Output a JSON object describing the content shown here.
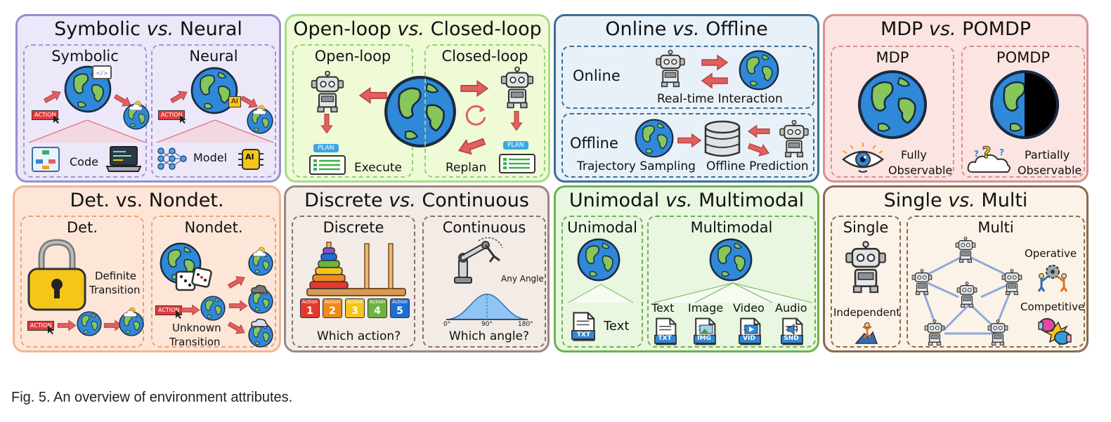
{
  "colors": {
    "symbolic_neural": {
      "border": "#9b8ccf",
      "fill": "#ece8fa",
      "sub": "#a494d6"
    },
    "open_closed": {
      "border": "#a9db86",
      "fill": "#eefbd6",
      "sub": "#9ad070"
    },
    "online_offline": {
      "border": "#3d6f96",
      "fill": "#e9f1f8",
      "sub": "#3d6f96"
    },
    "mdp_pomdp": {
      "border": "#d89090",
      "fill": "#fbe4e2",
      "sub": "#d89090"
    },
    "det_nondet": {
      "border": "#f3b690",
      "fill": "#fde6d8",
      "sub": "#f0a070"
    },
    "discrete_continuous": {
      "border": "#9d8682",
      "fill": "#f3ebe6",
      "sub": "#8a7068"
    },
    "unimodal_multimodal": {
      "border": "#6fb24e",
      "fill": "#e9f6e0",
      "sub": "#6fb24e"
    },
    "single_multi": {
      "border": "#8b6a4d",
      "fill": "#fbf3e8",
      "sub": "#8b6a4d"
    },
    "arrow": "#e06060",
    "earth_ocean": "#2f88d8",
    "earth_land": "#86c65a"
  },
  "panels": {
    "symbolic_neural": {
      "title_a": "Symbolic",
      "title_vs": "vs.",
      "title_b": "Neural",
      "left": {
        "title": "Symbolic",
        "action_badge": "ACTION",
        "caption": "Code"
      },
      "right": {
        "title": "Neural",
        "action_badge": "ACTION",
        "caption": "Model",
        "ai_badge": "AI",
        "chip_label": "AI"
      }
    },
    "open_closed": {
      "title_a": "Open-loop",
      "title_vs": "vs.",
      "title_b": "Closed-loop",
      "left": {
        "title": "Open-loop",
        "plan_badge": "PLAN",
        "caption": "Execute"
      },
      "right": {
        "title": "Closed-loop",
        "plan_badge": "PLAN",
        "caption": "Replan"
      }
    },
    "online_offline": {
      "title_a": "Online",
      "title_vs": "vs.",
      "title_b": "Offline",
      "online": {
        "label": "Online",
        "caption": "Real-time Interaction"
      },
      "offline": {
        "label": "Offline",
        "caption_left": "Trajectory Sampling",
        "caption_right": "Offline Prediction"
      }
    },
    "mdp_pomdp": {
      "title_a": "MDP",
      "title_vs": "vs.",
      "title_b": "POMDP",
      "left": {
        "title": "MDP",
        "caption_1": "Fully",
        "caption_2": "Observable"
      },
      "right": {
        "title": "POMDP",
        "caption_1": "Partially",
        "caption_2": "Observable"
      }
    },
    "det_nondet": {
      "title": "Det. vs. Nondet.",
      "left": {
        "title": "Det.",
        "caption_1": "Definite",
        "caption_2": "Transition",
        "action_badge": "ACTION"
      },
      "right": {
        "title": "Nondet.",
        "caption_1": "Unknown",
        "caption_2": "Transition",
        "action_badge": "ACTION"
      }
    },
    "discrete_continuous": {
      "title_a": "Discrete",
      "title_vs": "vs.",
      "title_b": "Continuous",
      "left": {
        "title": "Discrete",
        "action_word": "Action",
        "actions": [
          "1",
          "2",
          "3",
          "4",
          "5"
        ],
        "action_colors": [
          "#e23a2e",
          "#f08a1c",
          "#f5c518",
          "#6db33f",
          "#1e6fd0"
        ],
        "caption": "Which action?"
      },
      "right": {
        "title": "Continuous",
        "angle_label": "Any Angle",
        "ticks": [
          "0°",
          "90°",
          "180°"
        ],
        "caption": "Which angle?"
      }
    },
    "unimodal_multimodal": {
      "title_a": "Unimodal",
      "title_vs": "vs.",
      "title_b": "Multimodal",
      "left": {
        "title": "Unimodal",
        "caption": "Text",
        "file_tag": "TXT"
      },
      "right": {
        "title": "Multimodal",
        "items": [
          {
            "label": "Text",
            "tag": "TXT"
          },
          {
            "label": "Image",
            "tag": "IMG"
          },
          {
            "label": "Video",
            "tag": "VID"
          },
          {
            "label": "Audio",
            "tag": "SND"
          }
        ]
      }
    },
    "single_multi": {
      "title_a": "Single",
      "title_vs": "vs.",
      "title_b": "Multi",
      "left": {
        "title": "Single",
        "caption": "Independent"
      },
      "right": {
        "title": "Multi",
        "caption_1": "Operative",
        "caption_2": "Competitive"
      }
    }
  },
  "caption": "Fig. 5. An overview of environment attributes."
}
